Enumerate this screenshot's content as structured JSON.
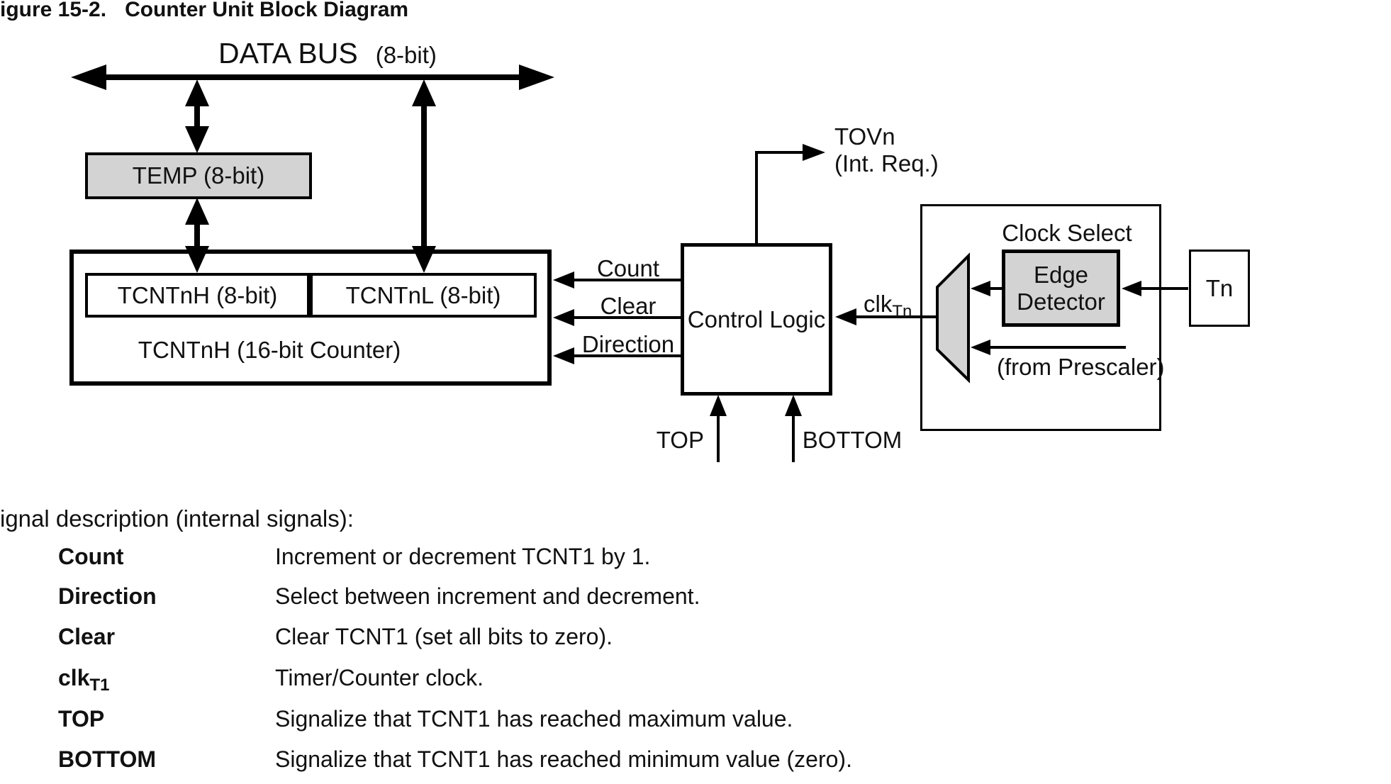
{
  "title": {
    "figure": "igure 15-2.",
    "name": "Counter Unit Block Diagram"
  },
  "diagram": {
    "data_bus": {
      "label": "DATA BUS",
      "width_note": "(8-bit)"
    },
    "temp_box": "TEMP (8-bit)",
    "tcntnh_box": "TCNTnH (8-bit)",
    "tcntnl_box": "TCNTnL (8-bit)",
    "counter_box": "TCNTnH (16-bit Counter)",
    "control_logic_box": "Control Logic",
    "signal_count": "Count",
    "signal_clear": "Clear",
    "signal_direction": "Direction",
    "tovn_line1": "TOVn",
    "tovn_line2": "(Int. Req.)",
    "clk_tn": {
      "base": "clk",
      "sub": "Tn"
    },
    "top_label": "TOP",
    "bottom_label": "BOTTOM",
    "clock_select_title": "Clock Select",
    "edge_detector_line1": "Edge",
    "edge_detector_line2": "Detector",
    "from_prescaler": "(from Prescaler)",
    "tn_box": "Tn"
  },
  "description": {
    "heading": "ignal description (internal signals):",
    "rows": [
      {
        "term": "Count",
        "sub": "",
        "definition": "Increment or decrement TCNT1 by 1."
      },
      {
        "term": "Direction",
        "sub": "",
        "definition": "Select between increment and decrement."
      },
      {
        "term": "Clear",
        "sub": "",
        "definition": "Clear TCNT1 (set all bits to zero)."
      },
      {
        "term": "clk",
        "sub": "T1",
        "definition": "Timer/Counter clock."
      },
      {
        "term": "TOP",
        "sub": "",
        "definition": "Signalize that TCNT1 has reached maximum value."
      },
      {
        "term": "BOTTOM",
        "sub": "",
        "definition": "Signalize that TCNT1 has reached minimum value (zero)."
      }
    ]
  },
  "colors": {
    "box_fill_gray": "#d3d3d3",
    "line_black": "#000000",
    "background": "#ffffff"
  }
}
